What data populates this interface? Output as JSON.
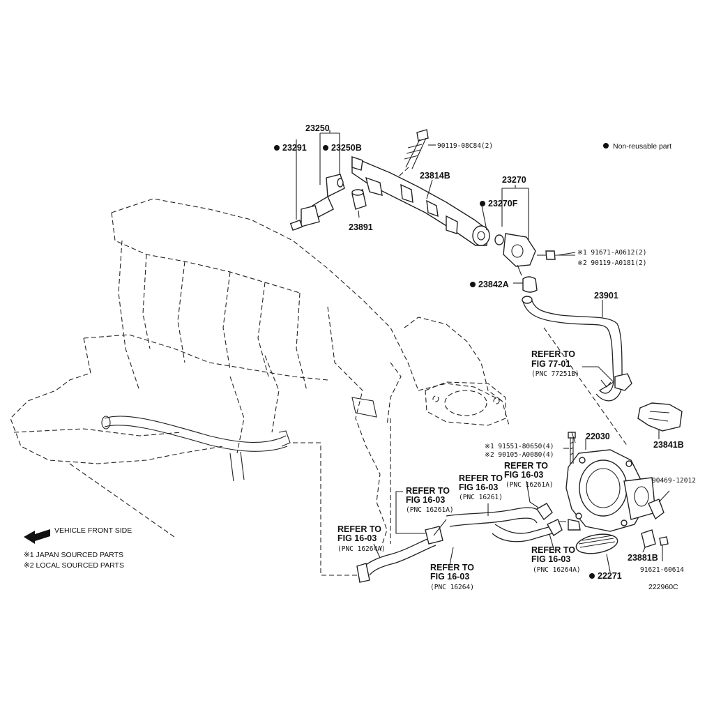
{
  "legend": {
    "nonreusable": "Non-reusable part",
    "front_side": "VEHICLE FRONT SIDE",
    "japan": "※1 JAPAN SOURCED PARTS",
    "local": "※2 LOCAL SOURCED PARTS"
  },
  "diagram_id": "222960C",
  "parts": {
    "p23250": "23250",
    "p23291": "23291",
    "p23250B": "23250B",
    "p90119_08C84": "90119-08C84(2)",
    "p23814B": "23814B",
    "p23891": "23891",
    "p23270": "23270",
    "p23270F": "23270F",
    "p91671": "※1 91671-A0612(2)",
    "p90119_A0181": "※2 90119-A0181(2)",
    "p23842A": "23842A",
    "p23901": "23901",
    "p23841B": "23841B",
    "p22030": "22030",
    "p91551": "※1 91551-80650(4)",
    "p90105": "※2 90105-A0080(4)",
    "p90469": "90469-12012",
    "p23881B": "23881B",
    "p91621": "91621-60614",
    "p22271": "22271"
  },
  "refs": {
    "r77_l1": "REFER TO",
    "r77_l2": "FIG 77-01",
    "r77_l3": "(PNC 77251B)",
    "r1_l1": "REFER TO",
    "r1_l2": "FIG 16-03",
    "r1_l3": "(PNC 16261A)",
    "r2_l1": "REFER TO",
    "r2_l2": "FIG 16-03",
    "r2_l3": "(PNC 16261)",
    "r3_l1": "REFER TO",
    "r3_l2": "FIG 16-03",
    "r3_l3": "(PNC 16261A)",
    "r4_l1": "REFER TO",
    "r4_l2": "FIG 16-03",
    "r4_l3": "(PNC 16264A)",
    "r5_l1": "REFER TO",
    "r5_l2": "FIG 16-03",
    "r5_l3": "(PNC 16264A)",
    "r6_l1": "REFER TO",
    "r6_l2": "FIG 16-03",
    "r6_l3": "(PNC 16264)"
  }
}
